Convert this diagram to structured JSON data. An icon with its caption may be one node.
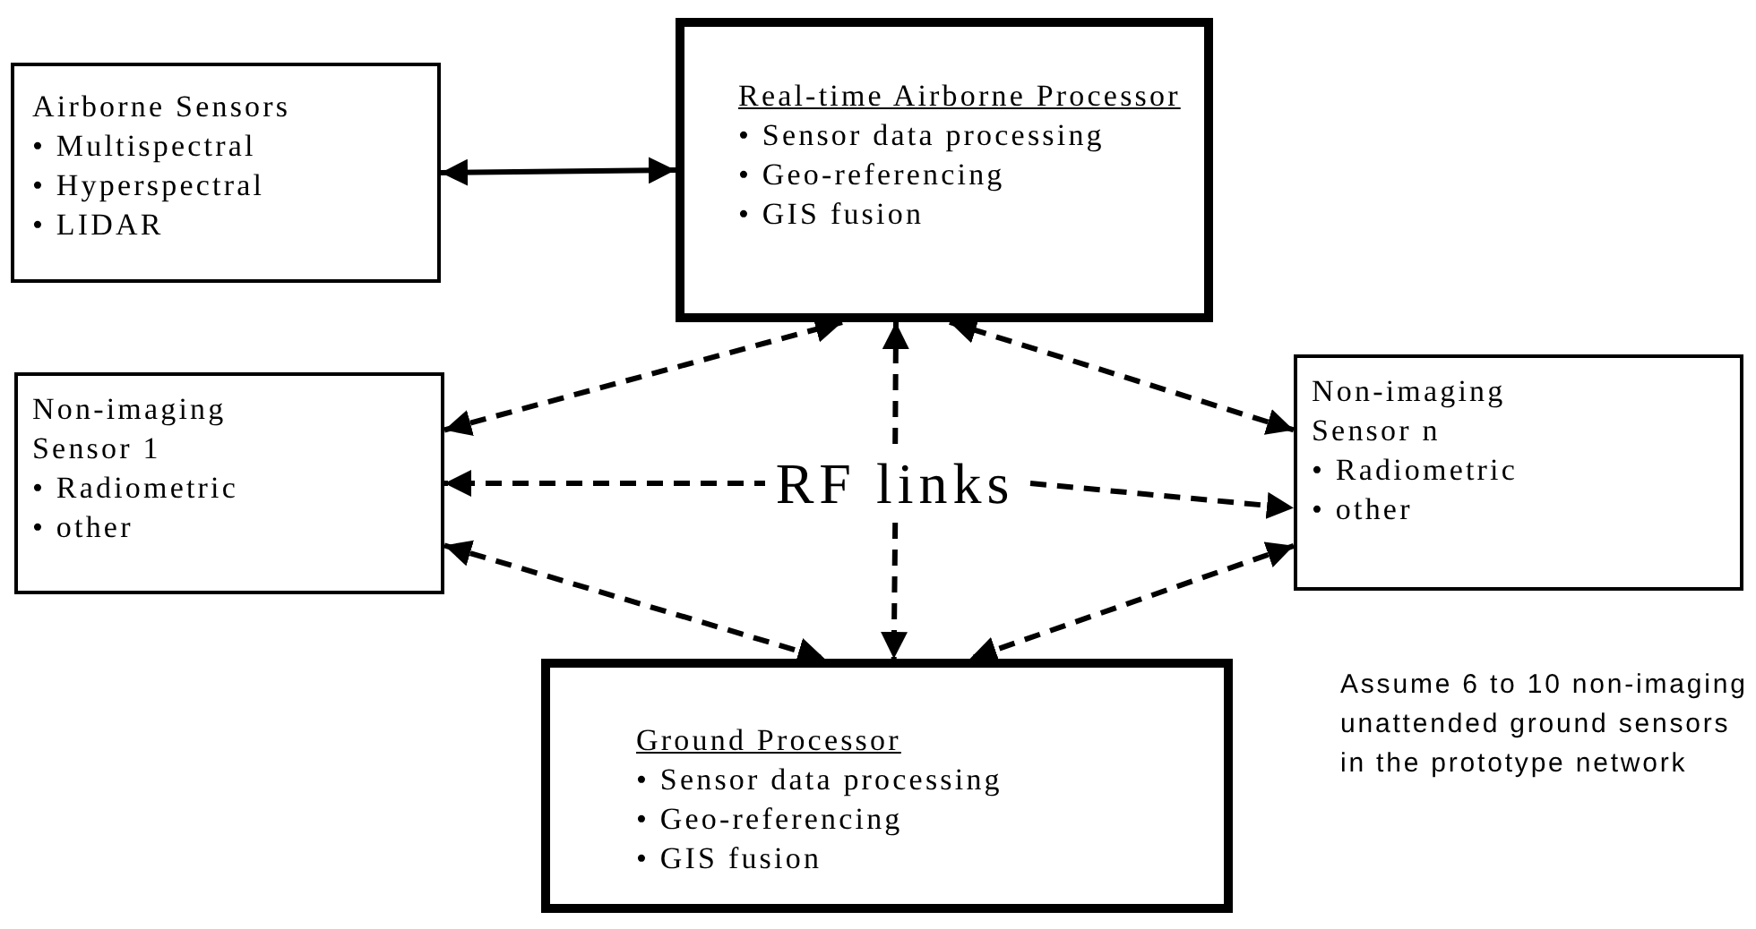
{
  "diagram": {
    "nodes": [
      {
        "text": [
          "Airborne Sensors",
          "• Multispectral",
          "• Hyperspectral",
          "• LIDAR"
        ]
      },
      {
        "text": [
          "Real-time Airborne Processor",
          "• Sensor data processing",
          "• Geo-referencing",
          "• GIS fusion"
        ]
      },
      {
        "text": [
          "Non-imaging Sensor 1",
          "• Radiometric",
          "• other"
        ]
      },
      {
        "text": [
          "RF links"
        ]
      },
      {
        "text": [
          "Non-imaging Sensor n",
          "• Radiometric",
          "• other"
        ]
      },
      {
        "text": [
          "Ground Processor",
          "• Sensor data processing",
          "• Geo-referencing",
          "• GIS fusion"
        ]
      }
    ],
    "edges": [
      {
        "from": 0,
        "to": 1,
        "arrow": "both"
      },
      {
        "from": 2,
        "to": 1,
        "arrow": "both",
        "style": "dashed"
      },
      {
        "from": 4,
        "to": 1,
        "arrow": "both",
        "style": "dashed"
      },
      {
        "from": 3,
        "to": 1,
        "arrow": "to",
        "style": "dashed"
      },
      {
        "from": 3,
        "to": 2,
        "arrow": "to",
        "style": "dashed"
      },
      {
        "from": 3,
        "to": 4,
        "arrow": "to",
        "style": "dashed"
      },
      {
        "from": 2,
        "to": 5,
        "arrow": "both",
        "style": "dashed"
      },
      {
        "from": 3,
        "to": 5,
        "arrow": "to",
        "style": "dashed"
      },
      {
        "from": 4,
        "to": 5,
        "arrow": "both",
        "style": "dashed"
      }
    ],
    "labels": [
      "Assume 6 to 10 non-imaging unattended ground sensors in the prototype network"
    ]
  }
}
